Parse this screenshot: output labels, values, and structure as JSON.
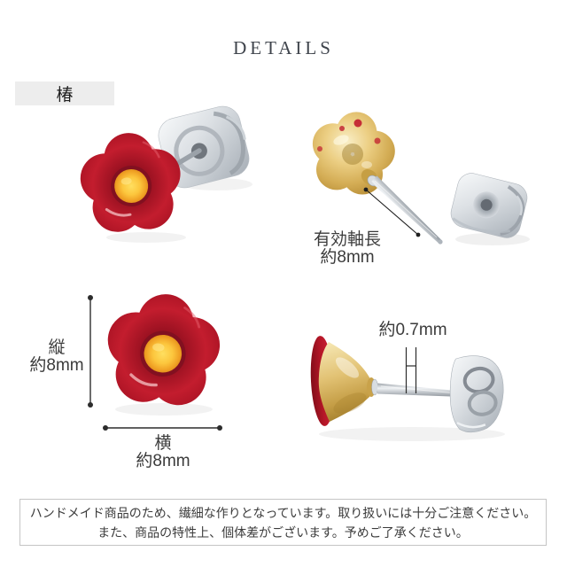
{
  "page": {
    "title": "DETAILS",
    "variant_label": "椿"
  },
  "annotations": {
    "shaft_length": {
      "label": "有効軸長",
      "value": "約8mm"
    },
    "height": {
      "label": "縦",
      "value": "約8mm"
    },
    "width": {
      "label": "横",
      "value": "約8mm"
    },
    "post_thickness": {
      "value": "約0.7mm"
    }
  },
  "notice": {
    "line1": "ハンドメイド商品のため、繊細な作りとなっています。取り扱いには十分ご注意ください。",
    "line2": "また、商品の特性上、個体差がございます。予めご了承ください。"
  },
  "colors": {
    "flower_red": "#c01d2e",
    "flower_center_yellow": "#fdc63e",
    "metal_gold": "#d9b864",
    "metal_silver": "#c9ced4",
    "label_background": "#ededed",
    "annotation_text": "#3b3b3b"
  }
}
